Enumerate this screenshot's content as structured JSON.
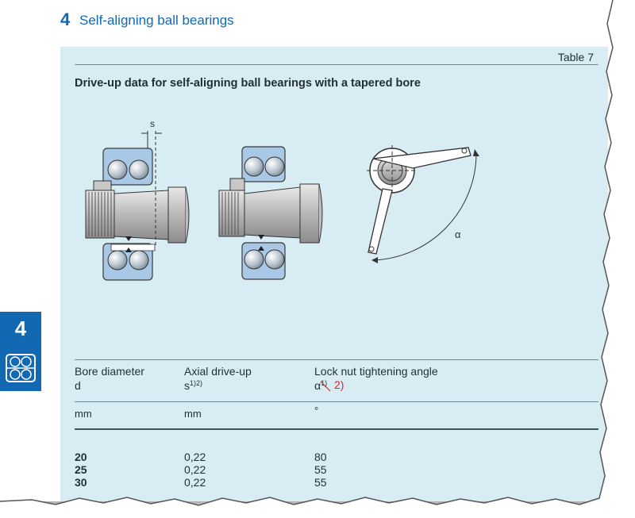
{
  "header": {
    "chapter_number": "4",
    "chapter_title": "Self-aligning ball bearings"
  },
  "side_tab": {
    "number": "4",
    "icon": "self-aligning-bearing-icon"
  },
  "table": {
    "label": "Table 7",
    "caption": "Drive-up data for self-aligning ball bearings with a tapered bore",
    "figure": {
      "s_label": "s",
      "alpha_label": "α",
      "icons": [
        "bearing-on-adapter-sleeve-icon",
        "bearing-on-tapered-shaft-icon",
        "hook-spanner-on-lock-nut-icon"
      ]
    },
    "columns": [
      {
        "title": "Bore diameter",
        "symbol": "d",
        "footnote": "",
        "unit": "mm"
      },
      {
        "title": "Axial drive-up",
        "symbol": "s",
        "footnote": "1)2)",
        "unit": "mm"
      },
      {
        "title": "Lock nut tightening angle",
        "symbol": "α",
        "footnote": "1)",
        "unit": "°"
      }
    ],
    "annotation": "2)",
    "rows": [
      {
        "d": "20",
        "s": "0,22",
        "alpha": "80"
      },
      {
        "d": "25",
        "s": "0,22",
        "alpha": "55"
      },
      {
        "d": "30",
        "s": "0,22",
        "alpha": "55"
      }
    ]
  },
  "colors": {
    "brand_blue": "#1268b3",
    "panel_bg": "#d8ecf3",
    "bearing_blue": "#a9c8e6",
    "annotation_red": "#e0241b"
  }
}
